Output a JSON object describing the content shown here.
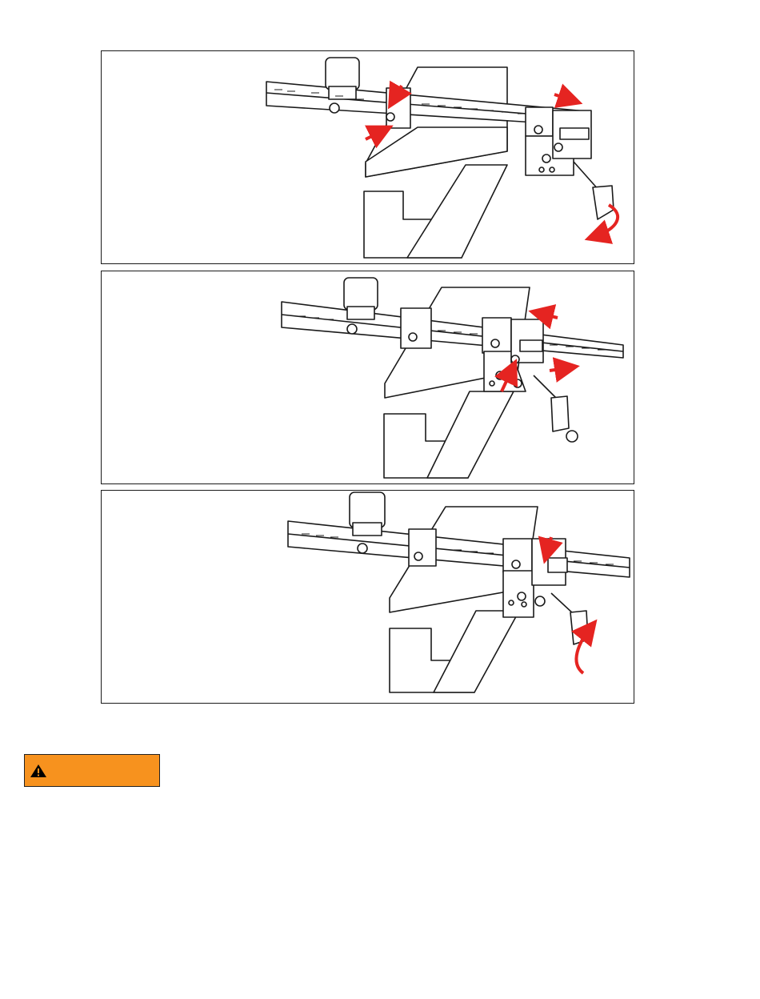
{
  "warning": {
    "label": "",
    "icon": "warning-triangle-icon",
    "color": "#f7921e"
  },
  "figure": {
    "panels": [
      {
        "id": "step-1",
        "arrows": [
          "push-arrow",
          "push-arrow",
          "slide-right-arrow",
          "rotate-down-arrow"
        ]
      },
      {
        "id": "step-2",
        "arrows": [
          "slide-left-arrow",
          "slide-right-arrow",
          "lift-arrow"
        ]
      },
      {
        "id": "step-3",
        "arrows": [
          "push-down-arrow",
          "rotate-up-arrow"
        ]
      }
    ],
    "arrow_color": "#e52421",
    "line_color": "#1a1a1a"
  }
}
